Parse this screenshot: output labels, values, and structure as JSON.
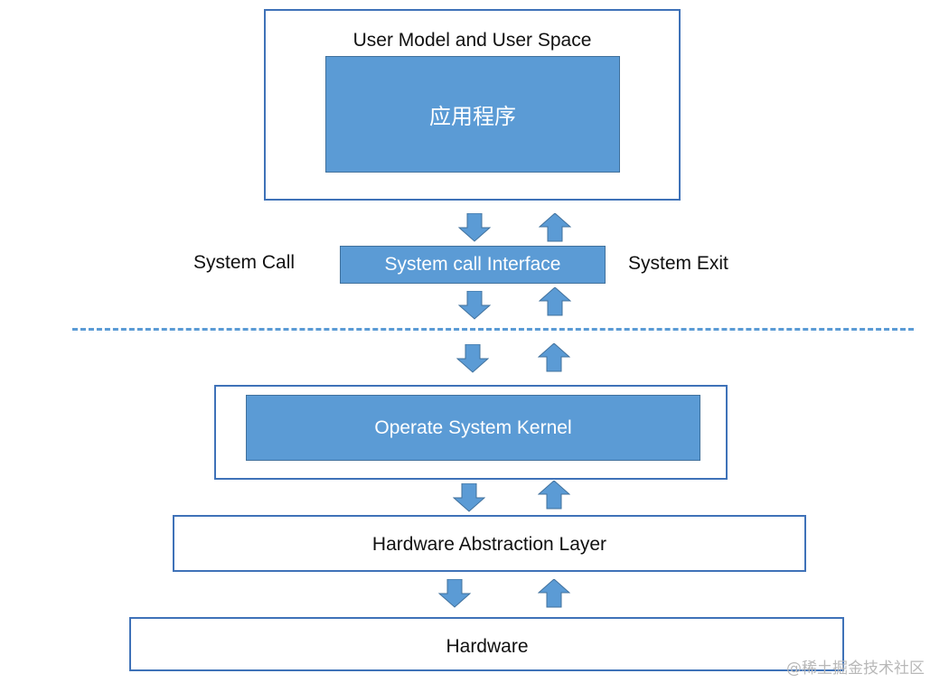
{
  "user_space": {
    "title": "User Model and User Space",
    "app_label": "应用程序"
  },
  "syscall": {
    "left_label": "System Call",
    "interface_label": "System call Interface",
    "right_label": "System Exit"
  },
  "kernel": {
    "label": "Operate System Kernel"
  },
  "hal": {
    "label": "Hardware Abstraction Layer"
  },
  "hardware": {
    "label": "Hardware"
  },
  "watermark": "@稀土掘金技术社区",
  "colors": {
    "fill": "#5b9bd5",
    "border": "#3f72b8",
    "arrow": "#5b9bd5",
    "dash": "#5b9bd5"
  }
}
